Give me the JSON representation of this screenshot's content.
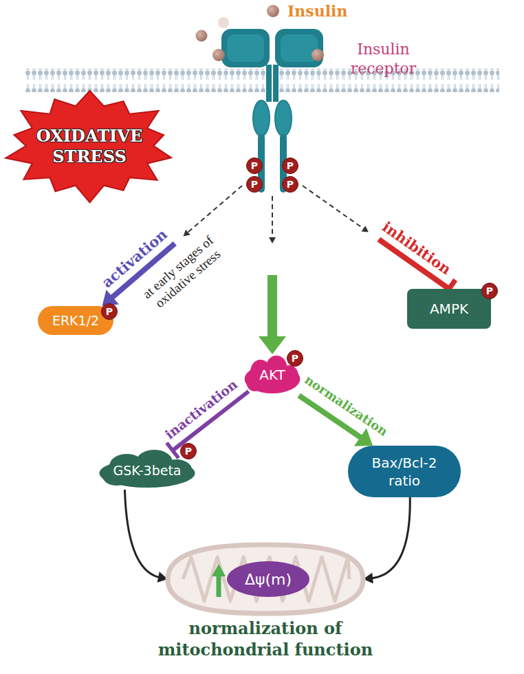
{
  "diagram": {
    "nodes": [
      {
        "text": [
          "Insulin receptor",
          "P",
          "P",
          "P",
          "P"
        ]
      },
      {
        "text": [
          "OXIDATIVE STRESS"
        ]
      },
      {
        "text": [
          "ERK1/2",
          "P"
        ]
      },
      {
        "text": [
          "AMPK",
          "P"
        ]
      },
      {
        "text": [
          "AKT",
          "P"
        ]
      },
      {
        "text": [
          "GSK-3beta",
          "P"
        ]
      },
      {
        "text": [
          "Bax/Bcl-2 ratio"
        ]
      },
      {
        "text": [
          "normalization of mitochondrial function"
        ]
      },
      {
        "text": [
          "Δψ(m)"
        ],
        "in": 7
      }
    ],
    "edges": [
      {
        "from": 0,
        "to": 2,
        "arrow": "to",
        "label": "activation"
      },
      {
        "from": 0,
        "to": 3,
        "arrow": "to",
        "label": "inhibition"
      },
      {
        "from": 0,
        "to": 4,
        "arrow": "to"
      },
      {
        "from": 4,
        "to": 5,
        "arrow": "to",
        "label": "inactivation"
      },
      {
        "from": 4,
        "to": 6,
        "arrow": "to",
        "label": "normalization"
      },
      {
        "from": 5,
        "to": 7,
        "arrow": "to"
      },
      {
        "from": 6,
        "to": 7,
        "arrow": "to"
      }
    ],
    "labels": [
      "Insulin",
      "at early stages of oxidative stress"
    ]
  }
}
